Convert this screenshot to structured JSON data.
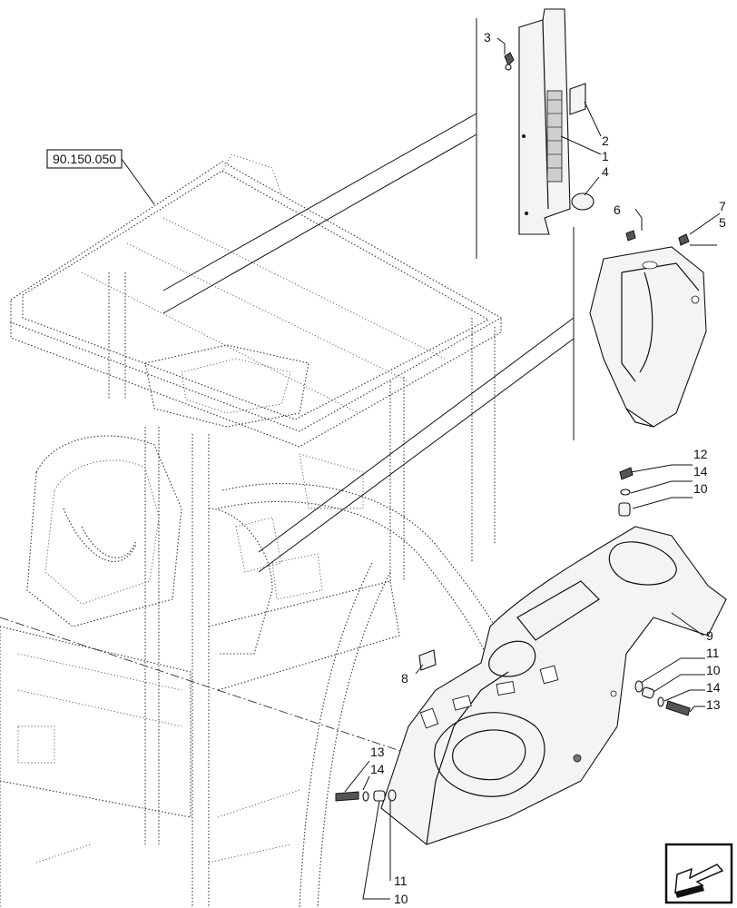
{
  "reference_label": "90.150.050",
  "callouts": {
    "c1": "1",
    "c2": "2",
    "c3": "3",
    "c4": "4",
    "c5": "5",
    "c6": "6",
    "c7": "7",
    "c8": "8",
    "c9": "9",
    "c10a": "10",
    "c10b": "10",
    "c10c": "10",
    "c11a": "11",
    "c11b": "11",
    "c12": "12",
    "c13a": "13",
    "c13b": "13",
    "c14a": "14",
    "c14b": "14",
    "c14c": "14"
  },
  "nav_icon": "arrow-down-left-icon"
}
